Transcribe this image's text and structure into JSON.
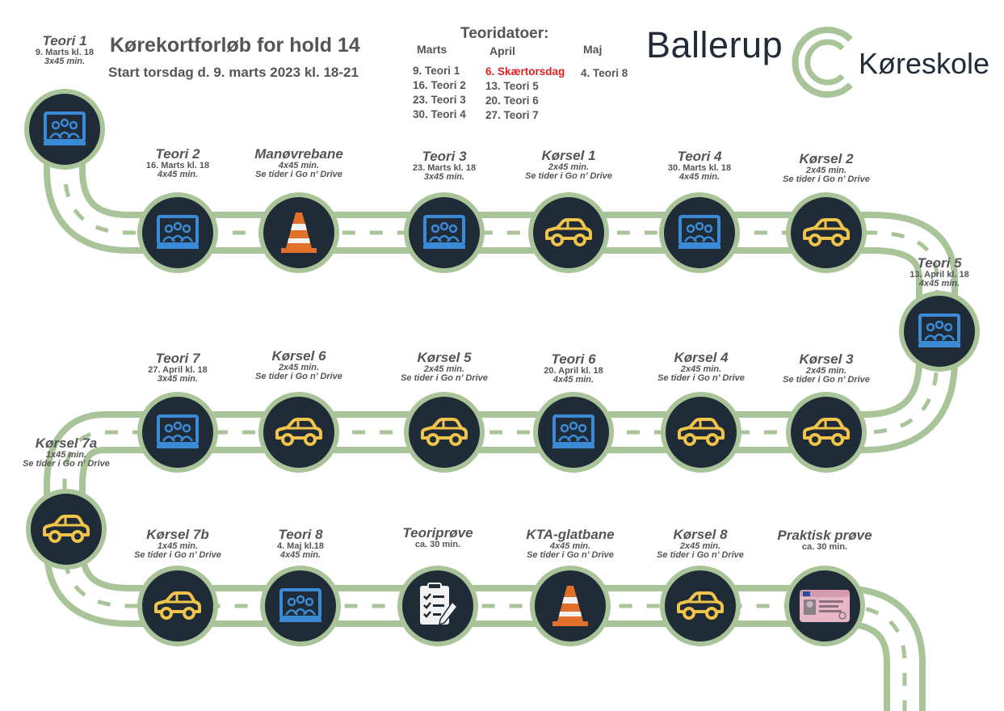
{
  "header": {
    "title": "Kørekortforløb for hold 14",
    "subtitle": "Start torsdag d. 9. marts 2023 kl. 18-21"
  },
  "calendar": {
    "title": "Teoridatoer:",
    "months": [
      "Marts",
      "April",
      "Maj"
    ],
    "marts": [
      "9. Teori 1",
      "16. Teori 2",
      "23. Teori 3",
      "30. Teori 4"
    ],
    "april": [
      "6. Skærtorsdag",
      "13. Teori 5",
      "20. Teori 6",
      "27. Teori 7"
    ],
    "maj": [
      "4. Teori 8"
    ],
    "holiday_color": "#e02020"
  },
  "logo": {
    "part1": "Ballerup",
    "part2": "Køreskole",
    "color": "#222b3a"
  },
  "colors": {
    "road": "#a9c499",
    "circle": "#1f2b36",
    "car": "#f0c44a",
    "teori": "#3b8ad6",
    "cone": "#e0702a"
  },
  "stops": [
    {
      "name": "Teori 1",
      "l1": "9. Marts kl. 18",
      "l2": "3x45 min.",
      "icon": "classroom-icon"
    },
    {
      "name": "Teori 2",
      "l1": "16. Marts kl. 18",
      "l2": "4x45 min.",
      "icon": "classroom-icon"
    },
    {
      "name": "Manøvrebane",
      "l1": "4x45 min.",
      "l2": "Se tider i Go n’ Drive",
      "icon": "traffic-cone-icon"
    },
    {
      "name": "Teori 3",
      "l1": "23. Marts kl. 18",
      "l2": "3x45 min.",
      "icon": "classroom-icon"
    },
    {
      "name": "Kørsel 1",
      "l1": "2x45 min.",
      "l2": "Se tider i Go n’ Drive",
      "icon": "car-icon"
    },
    {
      "name": "Teori 4",
      "l1": "30. Marts kl. 18",
      "l2": "4x45 min.",
      "icon": "classroom-icon"
    },
    {
      "name": "Kørsel 2",
      "l1": "2x45 min.",
      "l2": "Se tider i Go n’ Drive",
      "icon": "car-icon"
    },
    {
      "name": "Teori 5",
      "l1": "13. April kl. 18",
      "l2": "4x45 min.",
      "icon": "classroom-icon"
    },
    {
      "name": "Kørsel 3",
      "l1": "2x45 min.",
      "l2": "Se tider i Go n’ Drive",
      "icon": "car-icon"
    },
    {
      "name": "Kørsel 4",
      "l1": "2x45 min.",
      "l2": "Se tider i Go n’ Drive",
      "icon": "car-icon"
    },
    {
      "name": "Teori 6",
      "l1": "20. April kl. 18",
      "l2": "4x45 min.",
      "icon": "classroom-icon"
    },
    {
      "name": "Kørsel 5",
      "l1": "2x45 min.",
      "l2": "Se tider i Go n’ Drive",
      "icon": "car-icon"
    },
    {
      "name": "Kørsel 6",
      "l1": "2x45 min.",
      "l2": "Se tider i Go n’ Drive",
      "icon": "car-icon"
    },
    {
      "name": "Teori 7",
      "l1": "27. April kl. 18",
      "l2": "3x45 min.",
      "icon": "classroom-icon"
    },
    {
      "name": "Kørsel 7a",
      "l1": "1x45 min.",
      "l2": "Se tider i Go n’ Drive",
      "icon": "car-icon"
    },
    {
      "name": "Kørsel 7b",
      "l1": "1x45 min.",
      "l2": "Se tider i Go n’ Drive",
      "icon": "car-icon"
    },
    {
      "name": "Teori 8",
      "l1": "4. Maj kl.18",
      "l2": "4x45 min.",
      "icon": "classroom-icon"
    },
    {
      "name": "Teoriprøve",
      "l1": "ca. 30 min.",
      "l2": "",
      "icon": "checklist-icon"
    },
    {
      "name": "KTA-glatbane",
      "l1": "4x45 min.",
      "l2": "Se tider i Go n’ Drive",
      "icon": "traffic-cone-icon"
    },
    {
      "name": "Kørsel 8",
      "l1": "2x45 min.",
      "l2": "Se tider i Go n’ Drive",
      "icon": "car-icon"
    },
    {
      "name": "Praktisk prøve",
      "l1": "ca. 30 min.",
      "l2": "",
      "icon": "license-card-icon"
    }
  ]
}
